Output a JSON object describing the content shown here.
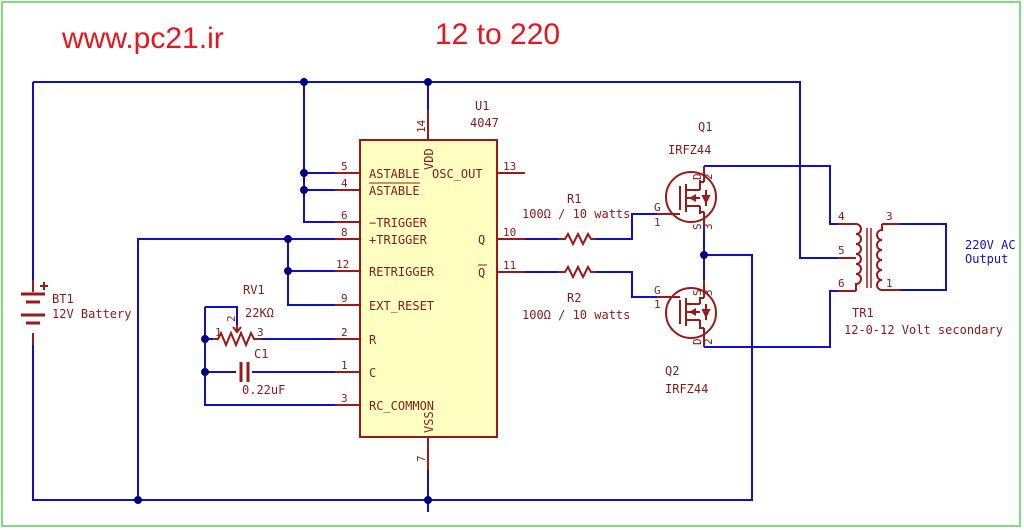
{
  "header": {
    "website": "www.pc21.ir",
    "title": "12 to 220"
  },
  "battery": {
    "ref": "BT1",
    "value": "12V Battery"
  },
  "ic": {
    "ref": "U1",
    "value": "4047",
    "pins": {
      "vdd": {
        "num": "14",
        "name": "VDD"
      },
      "astable": {
        "num": "5",
        "name": "ASTABLE"
      },
      "astable_n": {
        "num": "4",
        "name": "ASTABLE"
      },
      "ntrigger": {
        "num": "6",
        "name": "−TRIGGER"
      },
      "ptrigger": {
        "num": "8",
        "name": "+TRIGGER"
      },
      "retrigger": {
        "num": "12",
        "name": "RETRIGGER"
      },
      "ext_reset": {
        "num": "9",
        "name": "EXT_RESET"
      },
      "r": {
        "num": "2",
        "name": "R"
      },
      "c": {
        "num": "1",
        "name": "C"
      },
      "rc_common": {
        "num": "3",
        "name": "RC_COMMON"
      },
      "vss": {
        "num": "7",
        "name": "VSS"
      },
      "osc_out": {
        "num": "13",
        "name": "OSC_OUT"
      },
      "q": {
        "num": "10",
        "name": "Q"
      },
      "qn": {
        "num": "11",
        "name": "Q"
      }
    }
  },
  "rv1": {
    "ref": "RV1",
    "value": "22KΩ",
    "pin1": "1",
    "pin2": "2",
    "pin3": "3"
  },
  "c1": {
    "ref": "C1",
    "value": "0.22uF"
  },
  "r1": {
    "ref": "R1",
    "value": "100Ω / 10 watts"
  },
  "r2": {
    "ref": "R2",
    "value": "100Ω / 10 watts"
  },
  "q1": {
    "ref": "Q1",
    "value": "IRFZ44",
    "g_label": "G",
    "g_pin": "1",
    "d_label": "D",
    "d_pin": "2",
    "s_label": "S",
    "s_pin": "3"
  },
  "q2": {
    "ref": "Q2",
    "value": "IRFZ44",
    "g_label": "G",
    "g_pin": "1",
    "d_label": "D",
    "d_pin": "2",
    "s_label": "S",
    "s_pin": "3"
  },
  "tr1": {
    "ref": "TR1",
    "value": "12-0-12 Volt secondary",
    "p4": "4",
    "p5": "5",
    "p6": "6",
    "p3": "3",
    "p1": "1"
  },
  "output": {
    "line1": "220V AC",
    "line2": "Output"
  },
  "colors": {
    "wire": "#1010c8",
    "component": "#9a1a1a",
    "ic_fill": "#ffffc2",
    "junction": "#000080",
    "title": "#e8141e"
  }
}
